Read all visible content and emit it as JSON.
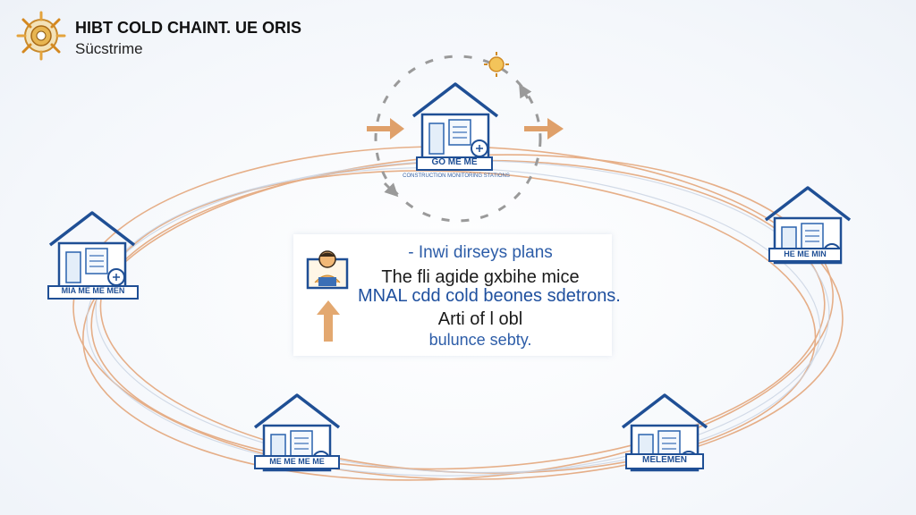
{
  "header": {
    "title": "HIBT COLD CHAINT. UE ORIS",
    "subtitle": "Sücstrime"
  },
  "center_card": {
    "line1": "- Inwi dirseys plans",
    "line2": "The fli agide gxbihe mice",
    "line3": "MNAL cdd cold beones sdetrons.",
    "line4": "Arti of l obl",
    "line5": "bulunce sebty."
  },
  "nodes": {
    "top": {
      "label": "GO ME ME",
      "caption": "CONSTRUCTION MONITORING STATIONS"
    },
    "left": {
      "label": "MIA ME ME MEN"
    },
    "right": {
      "label": "HE ME MIN"
    },
    "bottom_left": {
      "label": "ME ME ME ME"
    },
    "bottom_right": {
      "label": "MELEMEN"
    }
  },
  "colors": {
    "house_blue": "#1f4f95",
    "ring_orange": "#e3a274",
    "arrow_orange": "#dfa06a",
    "dashed_gray": "#9a9a9a"
  }
}
